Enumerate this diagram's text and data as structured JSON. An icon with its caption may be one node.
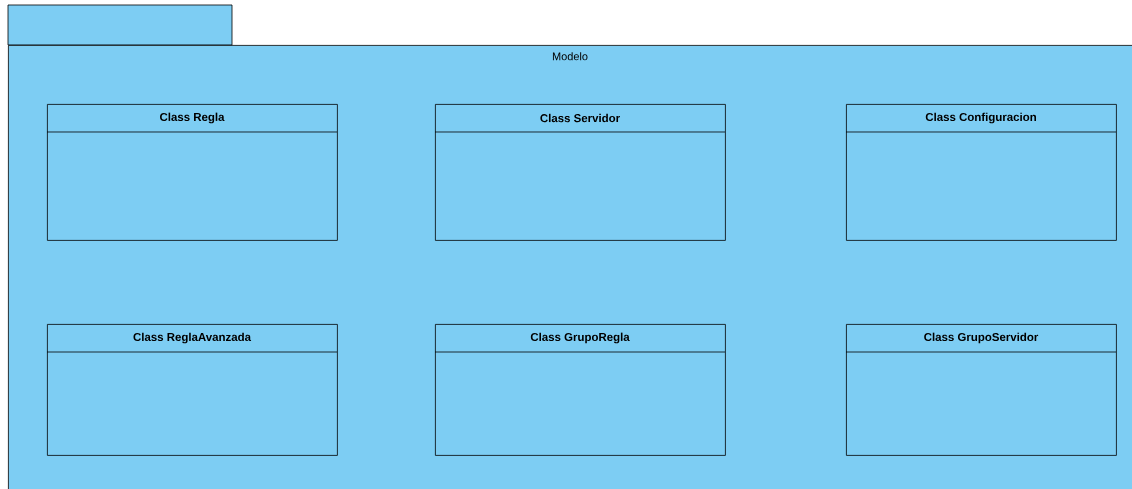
{
  "diagram": {
    "nodes": [
      {
        "text": [
          "Modelo"
        ]
      },
      {
        "text": [
          "Class Regla"
        ],
        "in": 0
      },
      {
        "text": [
          "Class Servidor"
        ],
        "in": 0
      },
      {
        "text": [
          "Class Configuracion"
        ],
        "in": 0
      },
      {
        "text": [
          "Class ReglaAvanzada"
        ],
        "in": 0
      },
      {
        "text": [
          "Class GrupoRegla"
        ],
        "in": 0
      },
      {
        "text": [
          "Class GrupoServidor"
        ],
        "in": 0
      }
    ]
  }
}
